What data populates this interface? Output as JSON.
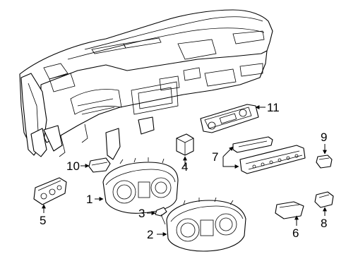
{
  "diagram": {
    "callouts": [
      {
        "label": "1",
        "part": "Instrument cluster (upper)"
      },
      {
        "label": "2",
        "part": "Instrument cluster (lower)"
      },
      {
        "label": "3",
        "part": "Screw"
      },
      {
        "label": "4",
        "part": "Switch"
      },
      {
        "label": "5",
        "part": "Switch assembly"
      },
      {
        "label": "6",
        "part": "Switch"
      },
      {
        "label": "7",
        "part": "Climate control panel"
      },
      {
        "label": "8",
        "part": "Switch"
      },
      {
        "label": "9",
        "part": "Switch"
      },
      {
        "label": "10",
        "part": "Trim piece"
      },
      {
        "label": "11",
        "part": "Control module"
      }
    ]
  }
}
